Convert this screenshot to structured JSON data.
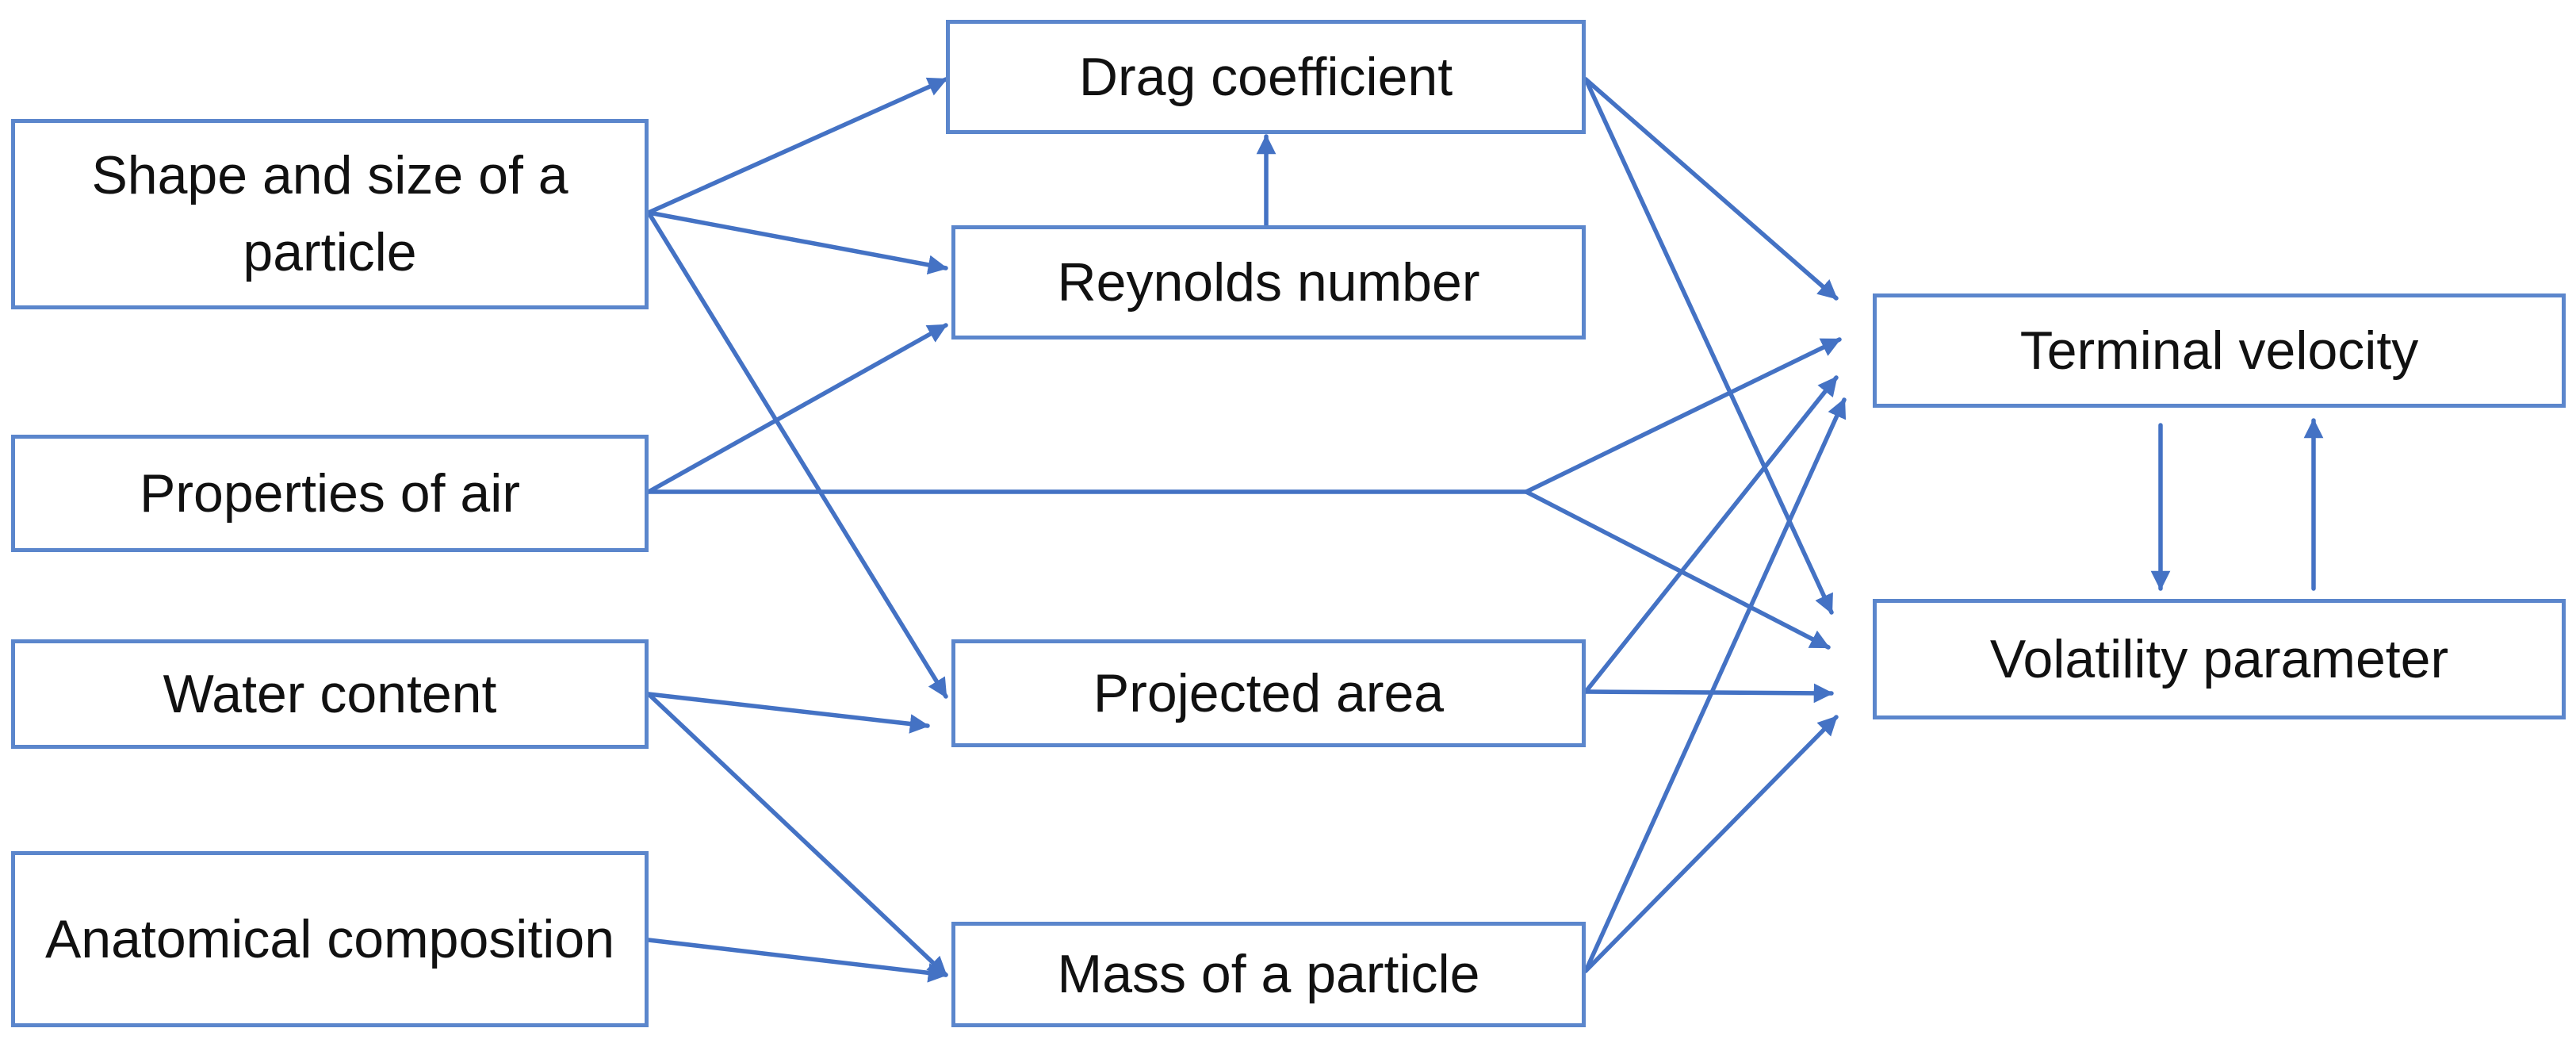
{
  "diagram": {
    "accent_color": "#4472C4",
    "nodes": {
      "shape_size": "Shape and size of a particle",
      "properties_air": "Properties of air",
      "water_content": "Water content",
      "anatomical": "Anatomical composition",
      "drag": "Drag coefficient",
      "reynolds": "Reynolds number",
      "projected": "Projected area",
      "mass": "Mass of a particle",
      "terminal": "Terminal velocity",
      "volatility": "Volatility parameter"
    }
  }
}
